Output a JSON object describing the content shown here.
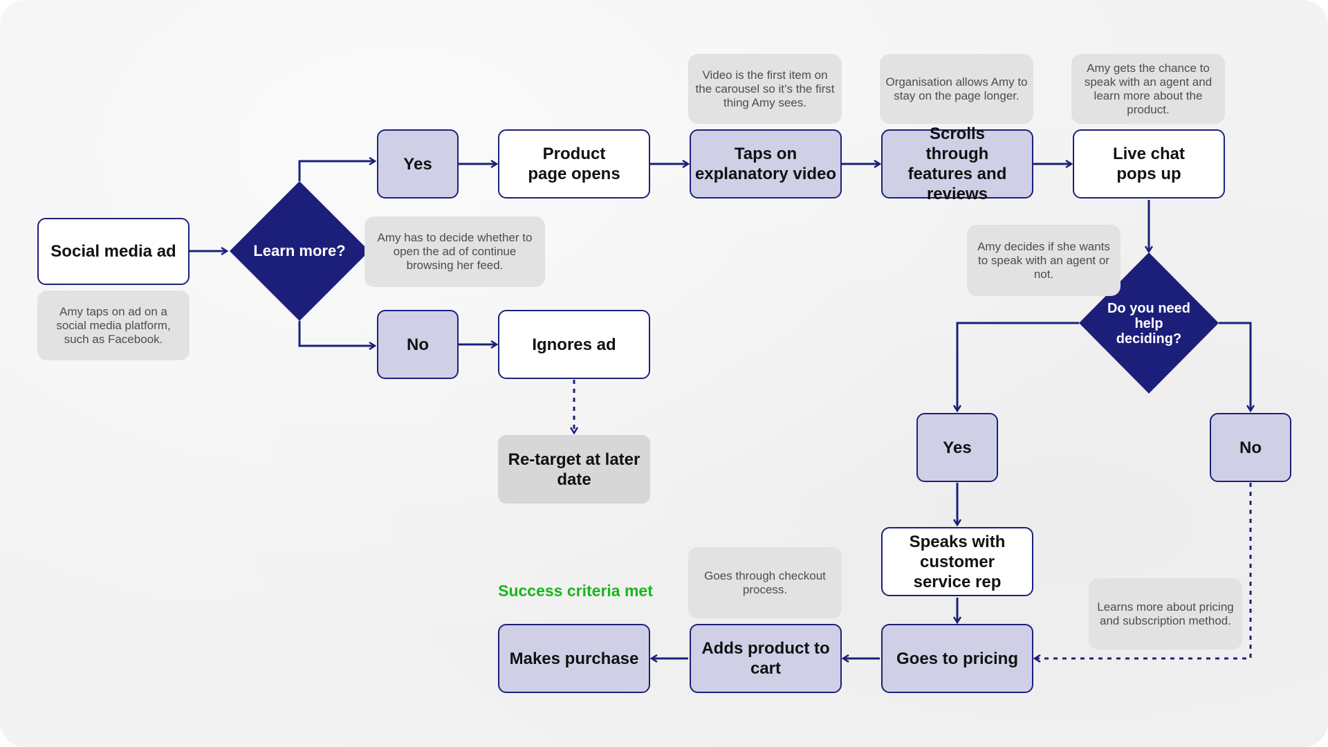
{
  "colors": {
    "navy": "#1c1f7a",
    "lavender_fill": "#cfcfe6",
    "note_fill": "#e2e2e2",
    "background": "#f3f3f3",
    "success_green": "#19b51c"
  },
  "nodes": {
    "social_media_ad": "Social media ad",
    "learn_more": "Learn more?",
    "yes_top": "Yes",
    "no_top": "No",
    "product_page_opens": "Product page opens",
    "ignores_ad": "Ignores ad",
    "retarget": "Re-target at later date",
    "taps_video": "Taps on explanatory video",
    "scrolls_features": "Scrolls through features and reviews",
    "live_chat": "Live chat pops up",
    "need_help": "Do you need help deciding?",
    "yes_help": "Yes",
    "no_help": "No",
    "speaks_rep": "Speaks with customer service rep",
    "goes_pricing": "Goes to pricing",
    "adds_cart": "Adds product to cart",
    "makes_purchase": "Makes purchase"
  },
  "notes": {
    "taps_ad": "Amy taps on ad on a social media platform, such as Facebook.",
    "decide": "Amy has to decide whether to open the ad of continue browsing her feed.",
    "video_first": "Video is the first item on the carousel so it’s the first thing Amy sees.",
    "stay_longer": "Organisation allows Amy to stay on the page longer.",
    "agent_chance": "Amy gets the chance to speak with an agent and learn more about the product.",
    "decides_agent": "Amy decides if she wants to speak with an agent or not.",
    "checkout": "Goes through checkout process.",
    "learns_pricing": "Learns more about pricing and subscription method."
  },
  "success_label": "Success criteria met"
}
